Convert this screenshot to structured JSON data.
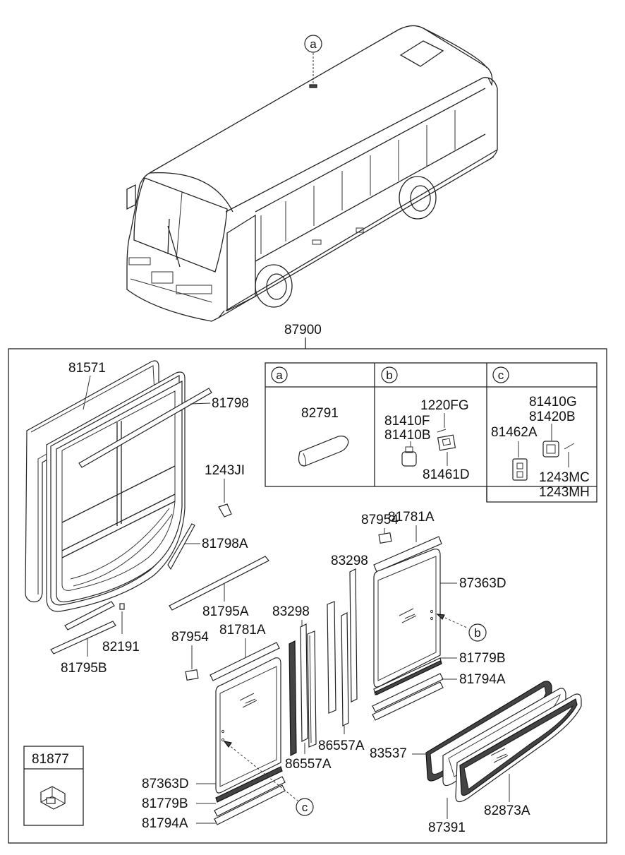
{
  "main_label": "87900",
  "insets": {
    "a": {
      "letter": "a",
      "parts": [
        "82791"
      ]
    },
    "b": {
      "letter": "b",
      "parts": [
        "1220FG",
        "81410F",
        "81410B",
        "81461D"
      ]
    },
    "c": {
      "letter": "c",
      "parts": [
        "81410G",
        "81420B",
        "81462A",
        "1243MC",
        "1243MH"
      ]
    }
  },
  "small_box": {
    "part": "81877"
  },
  "callouts": [
    "a",
    "b",
    "c"
  ],
  "labels": {
    "l81571": "81571",
    "l81798": "81798",
    "l1243JI": "1243JI",
    "l81798A": "81798A",
    "l81795A": "81795A",
    "l82191": "82191",
    "l81795B": "81795B",
    "l87954_top": "87954",
    "l81781A_top": "81781A",
    "l83298_top": "83298",
    "l87363D_top": "87363D",
    "l81779B_top": "81779B",
    "l81794A_top": "81794A",
    "l83298_mid": "83298",
    "l87954_mid": "87954",
    "l81781A_mid": "81781A",
    "l86557A_a": "86557A",
    "l86557A_b": "86557A",
    "l83537": "83537",
    "l87363D_bot": "87363D",
    "l81779B_bot": "81779B",
    "l81794A_bot": "81794A",
    "l87391": "87391",
    "l82873A": "82873A"
  }
}
